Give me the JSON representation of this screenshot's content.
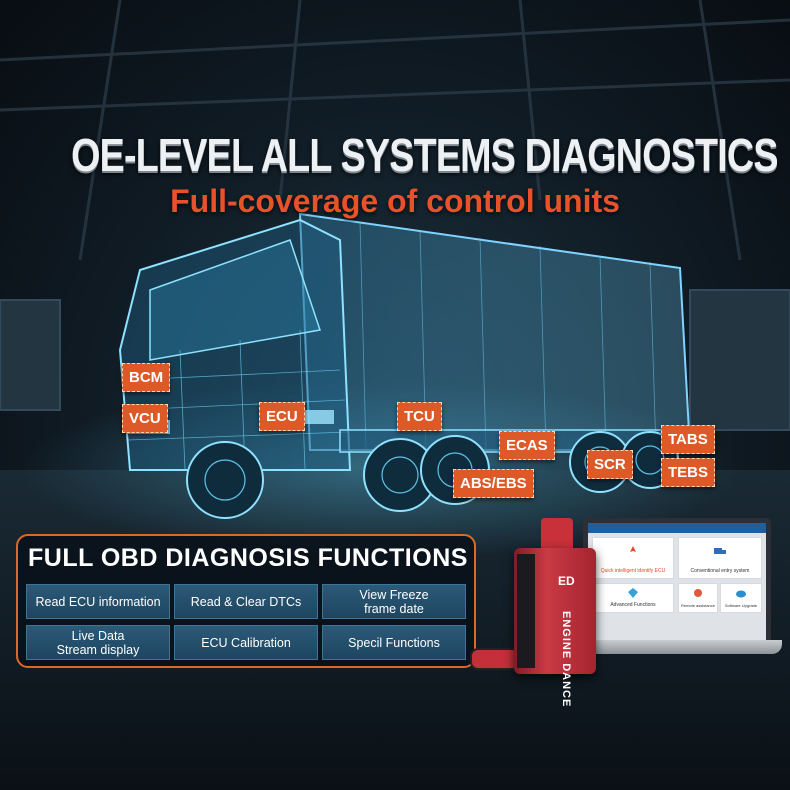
{
  "headline": "OE-LEVEL ALL SYSTEMS DIAGNOSTICS",
  "subheadline": "Full-coverage of control units",
  "control_units": [
    "BCM",
    "VCU",
    "ECU",
    "TCU",
    "ECAS",
    "ABS/EBS",
    "SCR",
    "TABS",
    "TEBS"
  ],
  "panel": {
    "title": "FULL OBD DIAGNOSIS FUNCTIONS",
    "functions": [
      "Read ECU information",
      "Read & Clear DTCs",
      "View Freeze\nframe date",
      "Live Data\nStream display",
      "ECU Calibration",
      "Specil Functions"
    ]
  },
  "device": {
    "brand": "ENGINE DANCE",
    "logo": "ED"
  },
  "laptop_app": {
    "tiles": [
      "Quick intelligent identify ECU",
      "Conventional entry system",
      "Advanced Functions",
      "Remote assistance",
      "Software Upgrade"
    ]
  },
  "colors": {
    "accent": "#dd5a28",
    "subheadline": "#e8512a",
    "wireframe": "#3fc3f0",
    "function_button": "#2b5a78"
  },
  "icons": [
    "truck-wireframe-illustration",
    "obd-device-icon",
    "laptop-icon"
  ]
}
